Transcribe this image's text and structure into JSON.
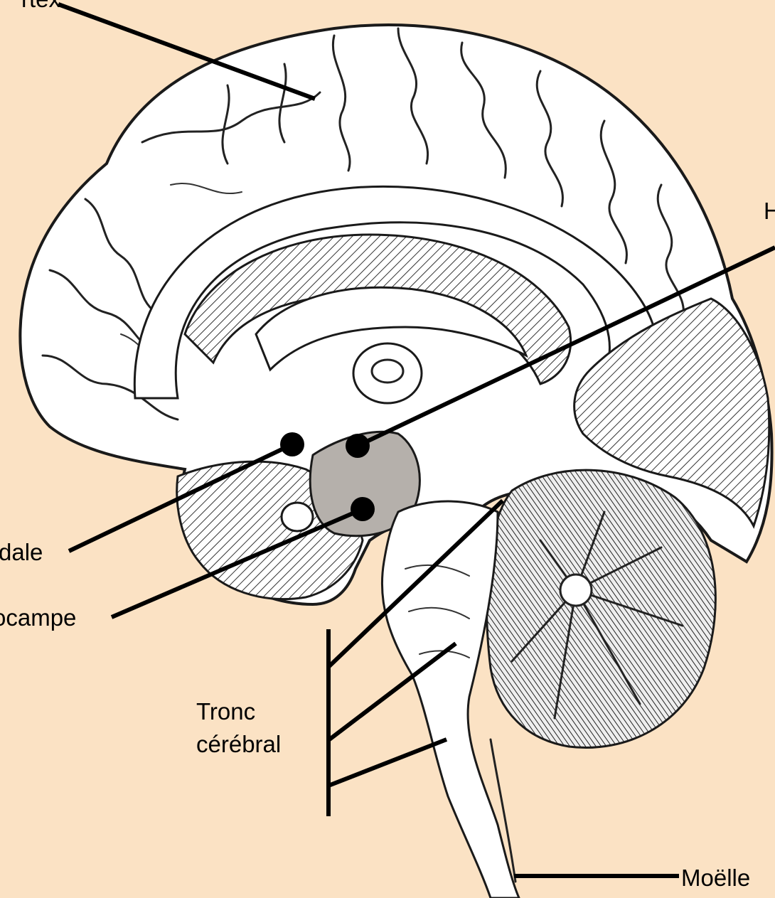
{
  "labels": {
    "cortex": "rtex",
    "hypothalamus": "H",
    "amygdale": "dale",
    "hippocampe": "ocampe",
    "tronc_line1": "Tronc",
    "tronc_line2": "cérébral",
    "moelle": "Moëlle"
  },
  "colors": {
    "background": "#fbe2c4",
    "ink": "#000000",
    "brain_fill": "#ffffff",
    "grey_region": "#b5b0ab"
  }
}
